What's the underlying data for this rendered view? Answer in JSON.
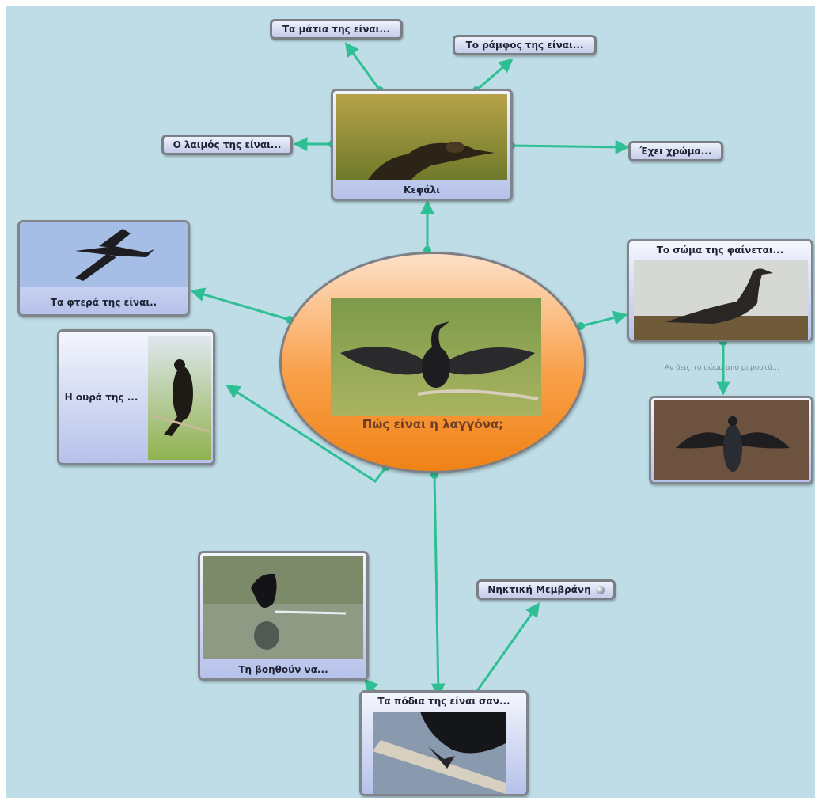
{
  "center": {
    "label": "Πώς είναι η λαγγόνα;",
    "image": "cormorant-spreading-wings-photo"
  },
  "cards": {
    "head": {
      "label": "Κεφάλι",
      "image": "cormorant-head-photo"
    },
    "wings": {
      "label": "Τα φτερά της είναι..",
      "image": "cormorant-flying-photo"
    },
    "tail": {
      "label": "Η ουρά της ...",
      "image": "cormorant-perched-photo"
    },
    "body": {
      "label": "Το σώμα της φαίνεται...",
      "image": "cormorant-on-rock-photo"
    },
    "body_back": {
      "label": "",
      "image": "cormorant-back-wings-photo"
    },
    "helped": {
      "label": "Τη βοηθούν να...",
      "image": "cormorant-taking-off-water-photo"
    },
    "feet": {
      "label": "Τα πόδια της είναι σαν...",
      "image": "cormorant-feet-photo"
    }
  },
  "tags": {
    "eyes": "Τα μάτια της είναι...",
    "beak": "Το ράμφος της είναι...",
    "neck": "Ο λαιμός της είναι...",
    "color": "Έχει χρώμα...",
    "webbing": "Νηκτική Μεμβράνη"
  },
  "notes": {
    "body_back": "Αν δεις το σώμα από μπροστά..."
  },
  "icons": {
    "webbing_link": "globe-icon"
  },
  "colors": {
    "link": "#2fbf95",
    "background": "#bfdde6",
    "center_top": "#fde0c8",
    "center_bottom": "#f08216"
  }
}
